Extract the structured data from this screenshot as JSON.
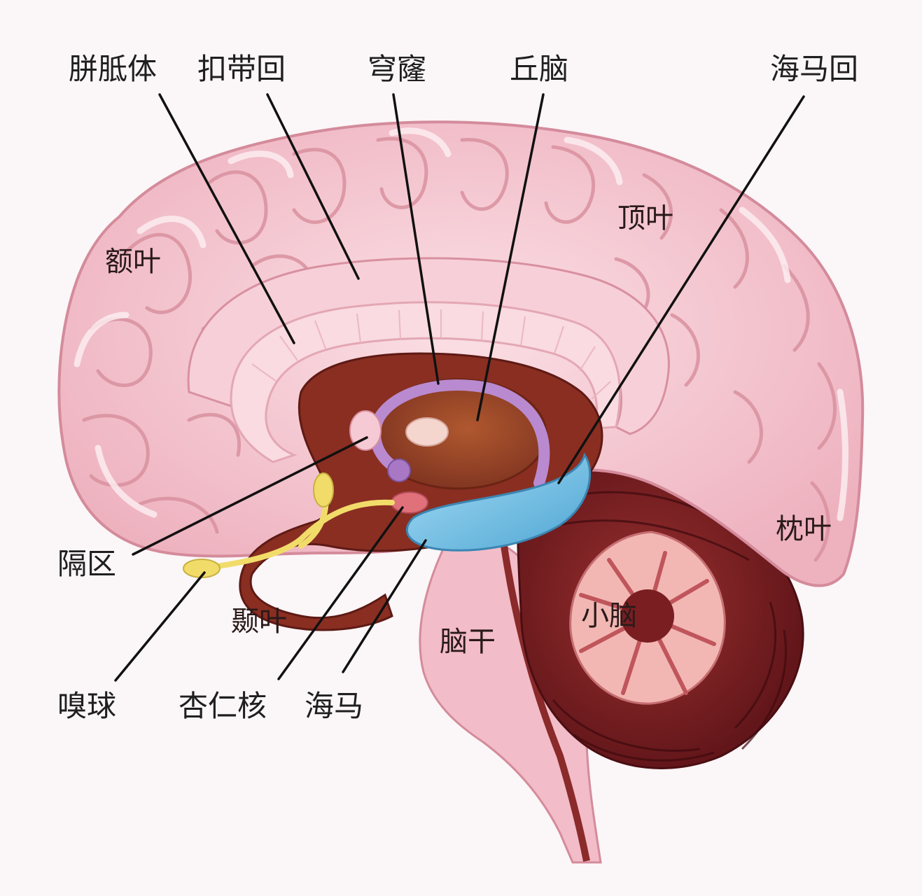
{
  "labels": {
    "corpus_callosum": "胼胝体",
    "cingulate_gyrus": "扣带回",
    "fornix": "穹窿",
    "thalamus": "丘脑",
    "parahippocampal_gyrus": "海马回",
    "parietal_lobe": "顶叶",
    "frontal_lobe": "额叶",
    "occipital_lobe": "枕叶",
    "septal_area": "隔区",
    "temporal_lobe": "颞叶",
    "cerebellum": "小脑",
    "brainstem": "脑干",
    "olfactory_bulb": "嗅球",
    "amygdala": "杏仁核",
    "hippocampus": "海马"
  },
  "colors": {
    "cortex": "#f6c6cf",
    "cortex_fold": "#fbe6ea",
    "cortex_shadow": "#d98e9d",
    "corpus_callosum": "#f9dbe1",
    "thalamus": "#9a4424",
    "diencephalon": "#8a2e22",
    "fornix": "#b98ad0",
    "hippocampus": "#7cc4e8",
    "olfactory": "#f1dc6a",
    "amygdala": "#e0707a",
    "cerebellum_dark": "#7a1e22",
    "cerebellum_light": "#f2b7b3",
    "brainstem": "#f2bcc8",
    "leader_line": "#111111"
  }
}
